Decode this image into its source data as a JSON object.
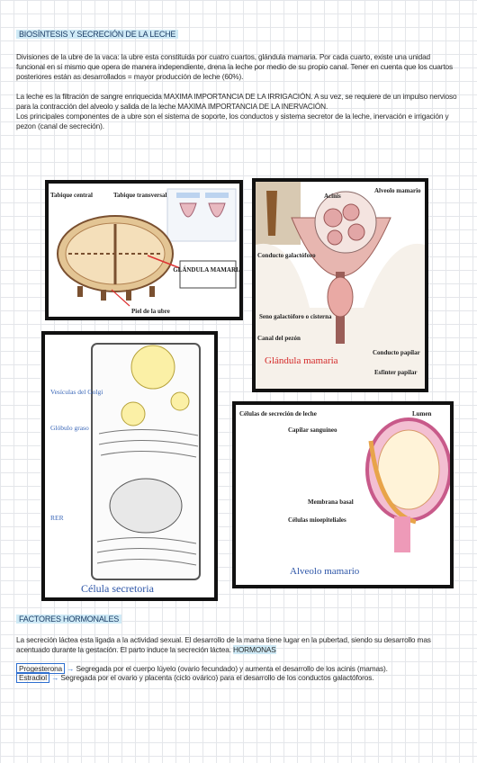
{
  "section1": {
    "heading": "BIOSÍNTESIS Y SECRECIÓN DE LA LECHE",
    "paragraph1": "Divisiones de la ubre de la vaca: la ubre esta constituida por cuatro cuartos, glándula mamaria. Por cada cuarto, existe una unidad funcional en sí mismo que opera de manera independiente, drena la leche por medio de su propio canal. Tener en cuenta que los cuartos posteriores están as desarrollados = mayor producción de leche (60%).",
    "paragraph2": "La leche es la filtración de sangre enriquecida MAXIMA IMPORTANCIA DE LA IRRIGACIÓN. A su vez, se requiere de un impulso nervioso para la contracción del alveolo y salida de la leche MAXIMA IMPORTANCIA DE LA INERVACIÓN.",
    "paragraph3": "Los principales componentes de a ubre son el sistema de soporte, los conductos y sistema secretor de la leche, inervación e irrigación y pezon (canal de secreción)."
  },
  "figure_udder": {
    "label_central": "Tabique central",
    "label_transversal": "Tabique transversal",
    "label_gland": "GLÁNDULA MAMARIA",
    "label_skin": "Piel de la ubre"
  },
  "figure_gland": {
    "label_acinis": "Acinis",
    "label_alveolo": "Alveolo mamario",
    "label_conducto": "Conducto galactóforo",
    "label_seno": "Seno galactóforo o cisterna",
    "label_canal": "Canal del pezón",
    "label_papilar": "Conducto papilar",
    "label_esfinter": "Esfinter papilar",
    "title": "Glándula mamaria"
  },
  "figure_cell": {
    "label_golgi": "Vesículas del Golgi",
    "label_globulo": "Glóbulo graso",
    "label_rer": "RER",
    "title": "Célula secretoria"
  },
  "figure_alveolus": {
    "label_cells": "Células de secreción de leche",
    "label_lumen": "Lumen",
    "label_capilar": "Capilar sanguíneo",
    "label_membrana": "Membrana basal",
    "label_mioepit": "Células mioepiteliales",
    "title": "Alveolo mamario"
  },
  "section2": {
    "heading": "FACTORES HORMONALES",
    "paragraph": "La secreción láctea esta ligada a la actividad sexual. El desarrollo de la mama tiene lugar en la pubertad, siendo su desarrollo mas acentuado durante la gestación. El parto induce la secreción láctea.",
    "tag": "HORMONAS",
    "hormones": [
      {
        "name": "Progesterona",
        "text": "Segregada por el cuerpo lúyelo (ovario fecundado) y aumenta el desarrollo de los acinis (mamas)."
      },
      {
        "name": "Estradiol",
        "text": "Segregada por el ovario y placenta (ciclo ovárico) para el desarrollo de los conductos galactóforos."
      }
    ]
  },
  "colors": {
    "highlight": "#cfeaf6",
    "accent_blue": "#2e6fd0",
    "red_title": "#d42a2a",
    "blue_title": "#2e56a8"
  }
}
